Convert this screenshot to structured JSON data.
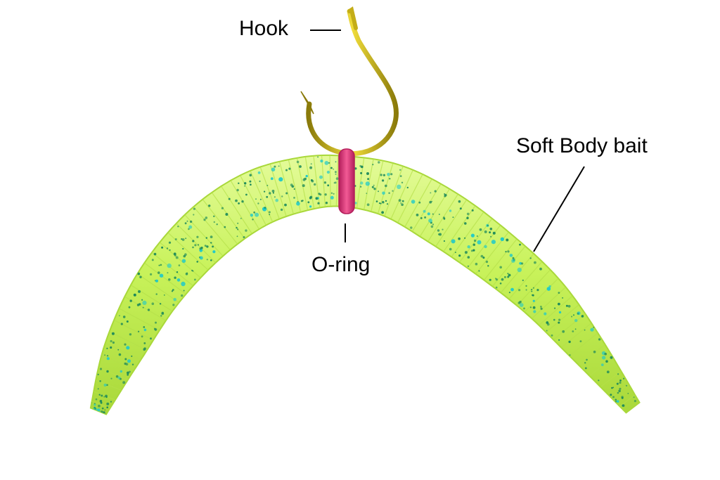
{
  "labels": {
    "hook": "Hook",
    "oring": "O-ring",
    "bait": "Soft Body bait"
  },
  "colors": {
    "background": "#ffffff",
    "worm_body": "#c8f25a",
    "worm_edge": "#a9d83a",
    "worm_highlight": "#e4fb9a",
    "speckle_dark": "#1d8a5a",
    "speckle_teal": "#1fc9c9",
    "hook_gold": "#d9c21a",
    "hook_gold_dark": "#8a7a0a",
    "oring_pink": "#e8337a",
    "oring_dark": "#b31e5b",
    "leader_line": "#000000"
  }
}
